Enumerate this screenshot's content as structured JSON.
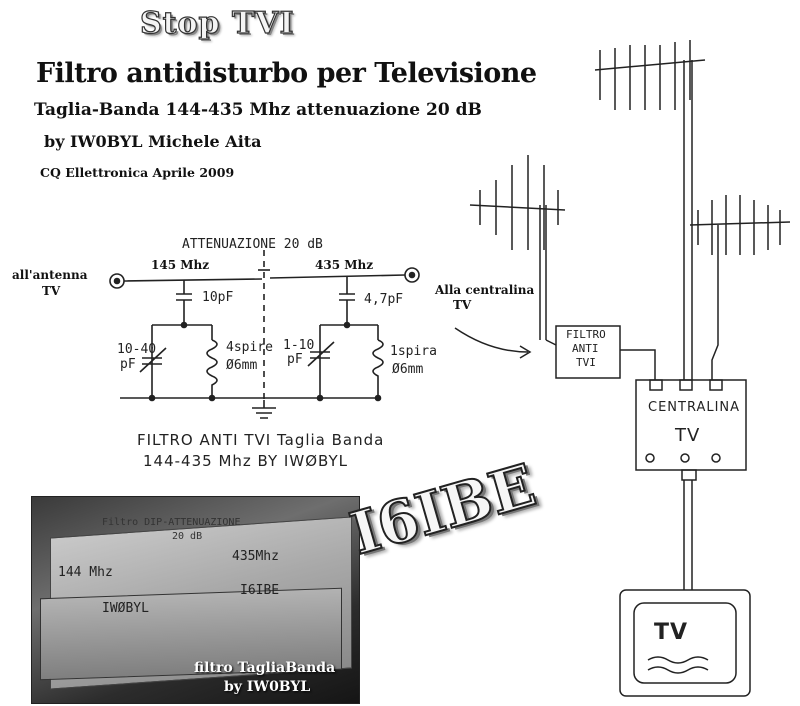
{
  "header": {
    "logo_text": "Stop TVI",
    "title": "Filtro antidisturbo per Televisione",
    "subtitle": "Taglia-Banda  144-435 Mhz attenuazione 20 dB",
    "author": "by IW0BYL Michele Aita",
    "magazine": "CQ Ellettronica  Aprile 2009"
  },
  "schematic": {
    "attenuation_label": "ATTENUAZIONE 20 dB",
    "left_freq": "145 Mhz",
    "right_freq": "435 Mhz",
    "antenna_label_line1": "all'antenna",
    "antenna_label_line2": "TV",
    "cap_left": "10pF",
    "cap_right": "4,7pF",
    "trimmer_left_line1": "10-40",
    "trimmer_left_line2": "pF",
    "trimmer_right_line1": "1-10",
    "trimmer_right_line2": "pF",
    "coil_left_line1": "4spire",
    "coil_left_line2": "Ø6mm",
    "coil_right_line1": "1spira",
    "coil_right_line2": "Ø6mm",
    "caption_line1": "FILTRO ANTI TVI Taglia Banda",
    "caption_line2": "144-435 Mhz BY IWØBYL"
  },
  "installation": {
    "centralina_label_line1": "Alla centralina",
    "centralina_label_line2": "TV",
    "filter_box_line1": "FILTRO",
    "filter_box_line2": "ANTI",
    "filter_box_line3": "TVI",
    "amplifier_line1": "CENTRALINA",
    "amplifier_line2": "TV",
    "tv_label": "TV"
  },
  "photo": {
    "engraving_line1": "Filtro DIP-ATTENUAZIONE",
    "engraving_line2": "20 dB",
    "engraving_left_freq": "144 Mhz",
    "engraving_right_freq": "435Mhz",
    "engraving_callsign": "IWØBYL",
    "engraving_callsign2": "I6IBE",
    "caption_line1": "filtro TagliaBanda",
    "caption_line2": "by IW0BYL"
  },
  "watermark": "I6IBE"
}
